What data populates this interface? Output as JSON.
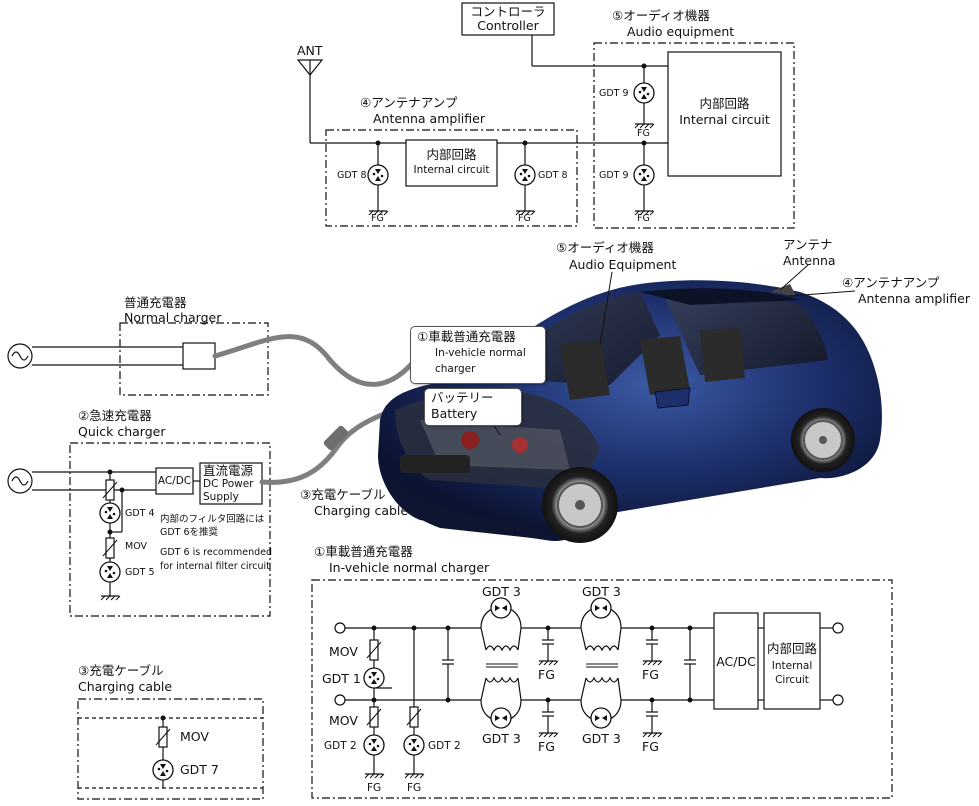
{
  "top": {
    "controller_ja": "コントローラ",
    "controller_en": "Controller",
    "ant": "ANT",
    "audio_ja": "⑤オーディオ機器",
    "audio_en": "Audio equipment",
    "amp_ja": "④アンテナアンプ",
    "amp_en": "Antenna amplifier",
    "internal_ja": "内部回路",
    "internal_en": "Internal circuit",
    "gdt8": "GDT 8",
    "gdt9": "GDT 9",
    "fg": "FG"
  },
  "car": {
    "audio_ja": "⑤オーディオ機器",
    "audio_en": "Audio Equipment",
    "antenna_ja": "アンテナ",
    "antenna_en": "Antenna",
    "amp_ja": "④アンテナアンプ",
    "amp_en": "Antenna amplifier",
    "onboard_ja": "①車載普通充電器",
    "onboard_en1": "In-vehicle normal",
    "onboard_en2": "charger",
    "battery_ja": "バッテリー",
    "battery_en": "Battery",
    "cable_ja": "③充電ケーブル",
    "cable_en": "Charging cable"
  },
  "normal": {
    "ja": "普通充電器",
    "en": "Normal charger"
  },
  "quick": {
    "ja": "②急速充電器",
    "en": "Quick charger",
    "acdc": "AC/DC",
    "dc_ja": "直流電源",
    "dc_en1": "DC Power",
    "dc_en2": "Supply",
    "gdt4": "GDT 4",
    "mov": "MOV",
    "gdt5": "GDT 5",
    "note_ja1": "内部のフィルタ回路には",
    "note_ja2": "GDT 6を推奨",
    "note_en1": "GDT 6 is recommended",
    "note_en2": "for internal filter circuit"
  },
  "cable": {
    "ja": "③充電ケーブル",
    "en": "Charging cable",
    "mov": "MOV",
    "gdt7": "GDT 7"
  },
  "onboard": {
    "ja": "①車載普通充電器",
    "en": "In-vehicle normal charger",
    "mov": "MOV",
    "gdt1": "GDT 1",
    "gdt2": "GDT 2",
    "gdt3": "GDT 3",
    "fg": "FG",
    "acdc": "AC/DC",
    "internal_ja": "内部回路",
    "internal_en1": "Internal",
    "internal_en2": "Circuit"
  }
}
